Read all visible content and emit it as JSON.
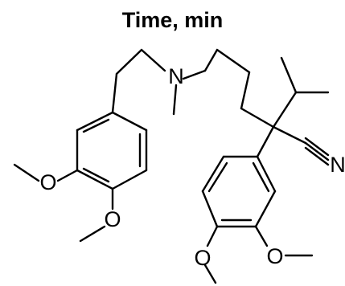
{
  "header": {
    "title": "Time, min"
  },
  "molecule": {
    "atom_labels": {
      "n_amine": "N",
      "n_nitrile": "N",
      "o1": "O",
      "o2": "O",
      "o3": "O",
      "o4": "O"
    },
    "colors": {
      "bond": "#000000",
      "text": "#000000",
      "background": "#ffffff"
    }
  }
}
